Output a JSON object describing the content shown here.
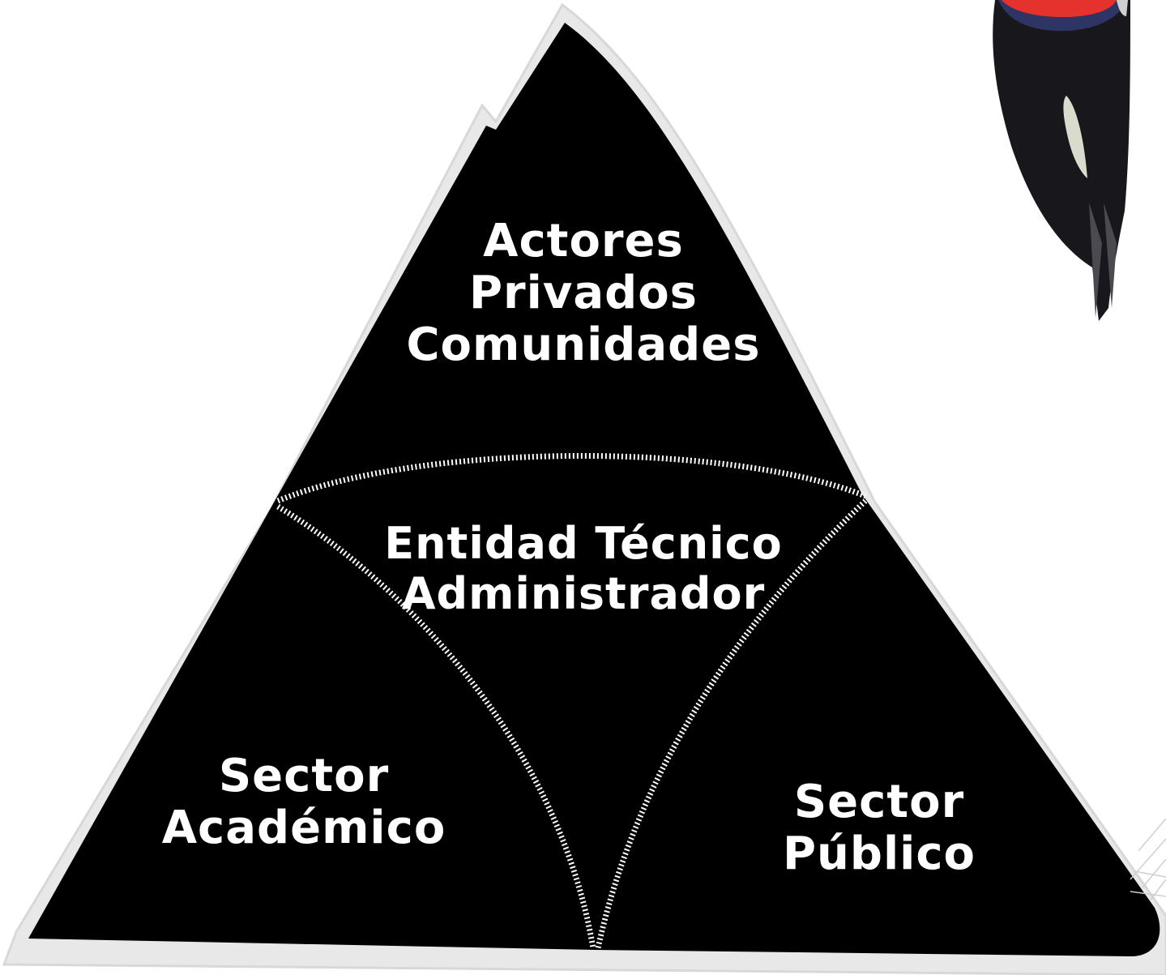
{
  "diagram": {
    "top_section": {
      "lines": [
        "Actores",
        "Privados",
        "Comunidades"
      ]
    },
    "center_section": {
      "lines": [
        "Entidad Técnico",
        "Administrador"
      ]
    },
    "left_section": {
      "lines": [
        "Sector",
        "Académico"
      ]
    },
    "right_section": {
      "lines": [
        "Sector",
        "Público"
      ]
    }
  },
  "colors": {
    "triangle_fill": "#000000",
    "outline": "#e6e6e6",
    "text": "#ffffff",
    "divider": "#ffffff",
    "bird_body": "#17161a",
    "bird_red": "#e5322d",
    "bird_blue": "#2e3564",
    "bird_wing_patch": "#d9dccc"
  },
  "decorations": {
    "top_right": "woodpecker-illustration",
    "bottom_right": "line-art-fragment"
  }
}
